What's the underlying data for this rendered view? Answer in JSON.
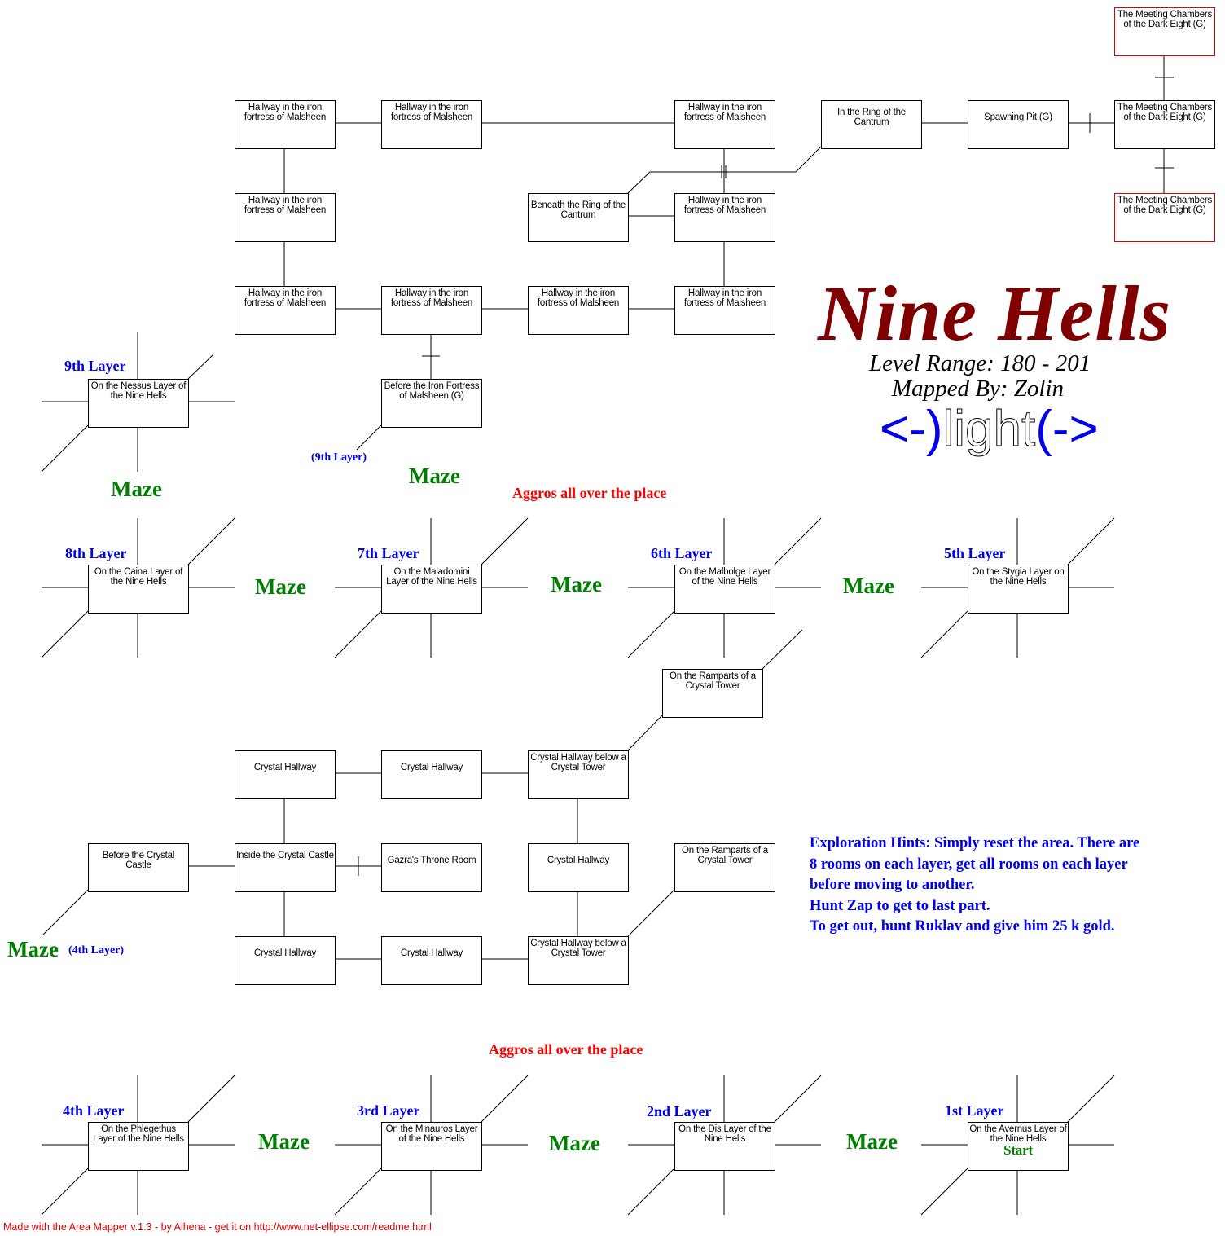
{
  "title": "Nine Hells",
  "level_range": "Level Range: 180 - 201",
  "mapped_by": "Mapped By: Zolin",
  "logo": {
    "left": "<-)",
    "word": "light",
    "right": "(->"
  },
  "rooms": [
    {
      "label": "The Meeting Chambers of the Dark Eight (G)",
      "highlight": true
    },
    {
      "label": "Hallway in the iron fortress of Malsheen"
    },
    {
      "label": "Hallway in the iron fortress of Malsheen"
    },
    {
      "label": "Hallway in the iron fortress of Malsheen"
    },
    {
      "label": "In the Ring of the Cantrum"
    },
    {
      "label": "Spawning Pit (G)"
    },
    {
      "label": "The Meeting Chambers of the Dark Eight (G)"
    },
    {
      "label": "Hallway in the iron fortress of Malsheen"
    },
    {
      "label": "Beneath the Ring of the Cantrum"
    },
    {
      "label": "Hallway in the iron fortress of Malsheen"
    },
    {
      "label": "The Meeting Chambers of the Dark Eight (G)",
      "highlight": true
    },
    {
      "label": "Hallway in the iron fortress of Malsheen"
    },
    {
      "label": "Hallway in the iron fortress of Malsheen"
    },
    {
      "label": "Hallway in the iron fortress of Malsheen"
    },
    {
      "label": "Hallway in the iron fortress of Malsheen"
    },
    {
      "label": "On the Nessus Layer of the Nine Hells"
    },
    {
      "label": "Before the Iron Fortress of Malsheen (G)"
    },
    {
      "label": "On the Caina Layer of the Nine Hells"
    },
    {
      "label": "On the Maladomini Layer of the Nine Hells"
    },
    {
      "label": "On the Malbolge Layer of the Nine Hells"
    },
    {
      "label": "On the Stygia Layer on the Nine Hells"
    },
    {
      "label": "On the Ramparts of a Crystal Tower"
    },
    {
      "label": "Crystal Hallway"
    },
    {
      "label": "Crystal Hallway"
    },
    {
      "label": "Crystal Hallway below a Crystal Tower"
    },
    {
      "label": "Before the Crystal Castle"
    },
    {
      "label": "Inside the Crystal Castle"
    },
    {
      "label": "Gazra's Throne Room"
    },
    {
      "label": "Crystal Hallway"
    },
    {
      "label": "On the Ramparts of a Crystal Tower"
    },
    {
      "label": "Crystal Hallway"
    },
    {
      "label": "Crystal Hallway"
    },
    {
      "label": "Crystal Hallway below a Crystal Tower"
    },
    {
      "label": "On the Phlegethus Layer of the Nine Hells"
    },
    {
      "label": "On the Minauros Layer of the Nine Hells"
    },
    {
      "label": "On the Dis Layer of the Nine Hells"
    },
    {
      "label": "On the Avernus Layer of the Nine Hells",
      "extra": "Start"
    }
  ],
  "labels": {
    "layer9": "9th Layer",
    "layer9_small": "(9th Layer)",
    "layer8": "8th Layer",
    "layer7": "7th Layer",
    "layer6": "6th Layer",
    "layer5": "5th Layer",
    "layer4": "4th Layer",
    "layer4_small": "(4th Layer)",
    "layer3": "3rd Layer",
    "layer2": "2nd Layer",
    "layer1": "1st Layer",
    "maze": "Maze",
    "aggros": "Aggros all over the place"
  },
  "hints": [
    "Exploration Hints: Simply reset the area. There are",
    "8 rooms on each layer, get all rooms on each layer",
    "before moving to another.",
    "Hunt Zap to get to last part.",
    "To get out, hunt Ruklav and give him 25 k gold."
  ],
  "footer": "Made with the Area Mapper v.1.3 - by Alhena - get it on http://www.net-ellipse.com/readme.html",
  "colors": {
    "title": "#800000",
    "layer": "#0000ee",
    "maze": "#008000",
    "aggro": "#ff0000",
    "highlight_border": "#e00000"
  }
}
